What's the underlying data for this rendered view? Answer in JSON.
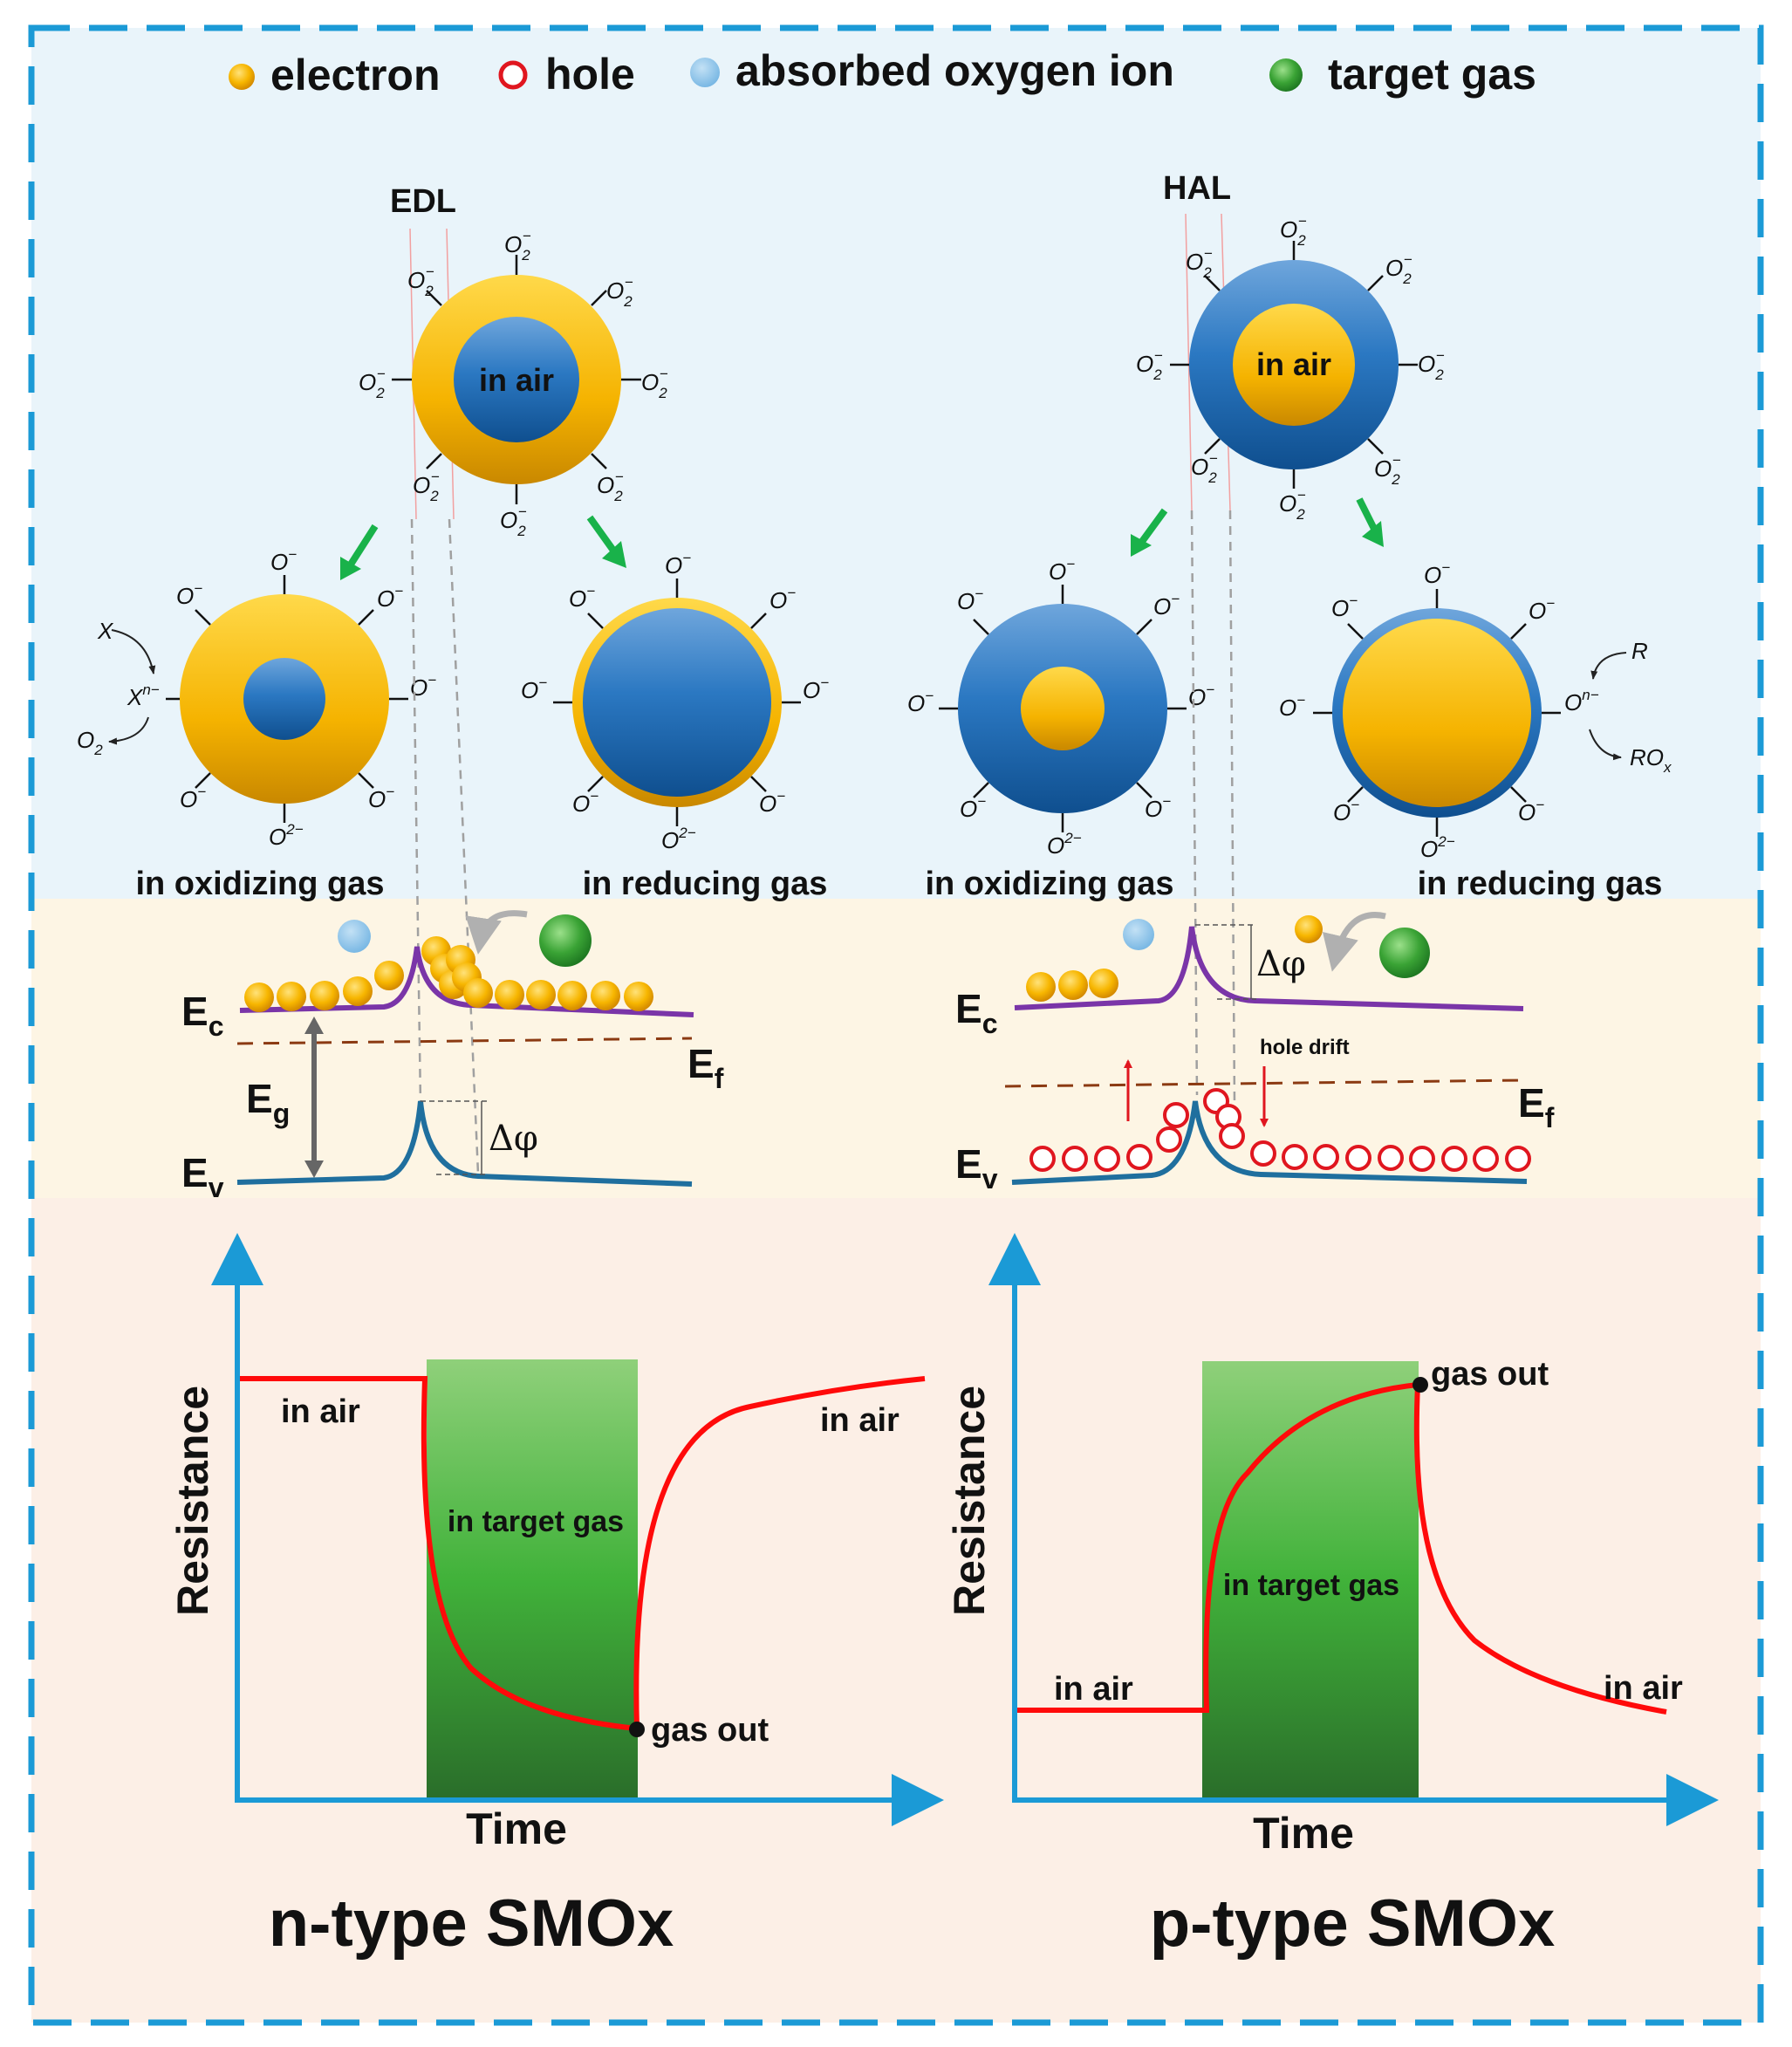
{
  "legend": {
    "electron": "electron",
    "hole": "hole",
    "oxygen_ion": "absorbed oxygen ion",
    "target_gas": "target gas"
  },
  "n_type": {
    "layer_label": "EDL",
    "air_label": "in air",
    "oxidizing_label": "in oxidizing gas",
    "reducing_label": "in reducing gas",
    "oxidizing_reaction": {
      "reactant": "X",
      "ion": "X",
      "ion_charge": "n−",
      "product": "O",
      "product_sub": "2"
    },
    "bands": {
      "ec": "E",
      "ec_sub": "c",
      "ef": "E",
      "ef_sub": "f",
      "ev": "E",
      "ev_sub": "v",
      "eg": "E",
      "eg_sub": "g",
      "barrier": "Δφ"
    },
    "graph": {
      "y_label": "Resistance",
      "x_label": "Time",
      "air_left": "in air",
      "air_right": "in air",
      "target": "in target gas",
      "gas_out": "gas out"
    },
    "title": "n-type SMOx"
  },
  "p_type": {
    "layer_label": "HAL",
    "air_label": "in air",
    "oxidizing_label": "in oxidizing gas",
    "reducing_label": "in reducing gas",
    "reducing_reaction": {
      "reactant": "R",
      "ion": "O",
      "ion_charge": "n−",
      "product": "RO",
      "product_sub": "x"
    },
    "bands": {
      "ec": "E",
      "ec_sub": "c",
      "ef": "E",
      "ef_sub": "f",
      "ev": "E",
      "ev_sub": "v",
      "barrier": "Δφ",
      "hole_drift": "hole drift"
    },
    "graph": {
      "y_label": "Resistance",
      "x_label": "Time",
      "air_left": "in air",
      "air_right": "in air",
      "target": "in target gas",
      "gas_out": "gas out"
    },
    "title": "p-type SMOx"
  },
  "species": {
    "o2_superoxide": "O",
    "o2_superoxide_sub": "2",
    "o2_superoxide_sup": "−",
    "o_minus": "O",
    "o_minus_sup": "−",
    "o_2minus": "O",
    "o_2minus_sup": "2−"
  },
  "colors": {
    "frame_border": "#1b9ad6",
    "top_bg": "#e9f4fa",
    "band_bg": "#fdf5e4",
    "graph_bg": "#fcefe6",
    "electron": "#f5b400",
    "core_blue": "#1f6fb8",
    "hole_stroke": "#e0161f",
    "oxygen_ion": "#8fc4e8",
    "target_gas": "#3aa335",
    "conduction_band": "#7a35a8",
    "valence_band": "#1f6f9e",
    "fermi_level": "#8b3a12",
    "resistance_curve": "#ff0a0a",
    "axis": "#1b9ad6"
  }
}
